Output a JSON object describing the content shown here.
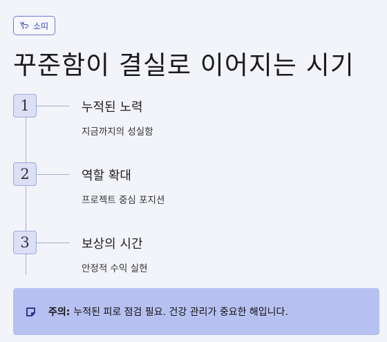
{
  "tag": {
    "label": "소띠",
    "icon": "ox-icon"
  },
  "title": "꾸준함이 결실로 이어지는 시기",
  "steps": [
    {
      "number": "1",
      "title": "누적된 노력",
      "subtitle": "지금까지의 성실함"
    },
    {
      "number": "2",
      "title": "역할 확대",
      "subtitle": "프로젝트 중심 포지션"
    },
    {
      "number": "3",
      "title": "보상의 시간",
      "subtitle": "안정적 수익 실현"
    }
  ],
  "notice": {
    "icon": "note-icon",
    "label": "주의:",
    "text": "누적된 피로 점검 필요. 건강 관리가 중요한 해입니다."
  },
  "colors": {
    "background": "#f3f4fa",
    "accent": "#3d4bb8",
    "step_box": "#dbe0f6",
    "notice_bg": "#b7c1f1"
  }
}
